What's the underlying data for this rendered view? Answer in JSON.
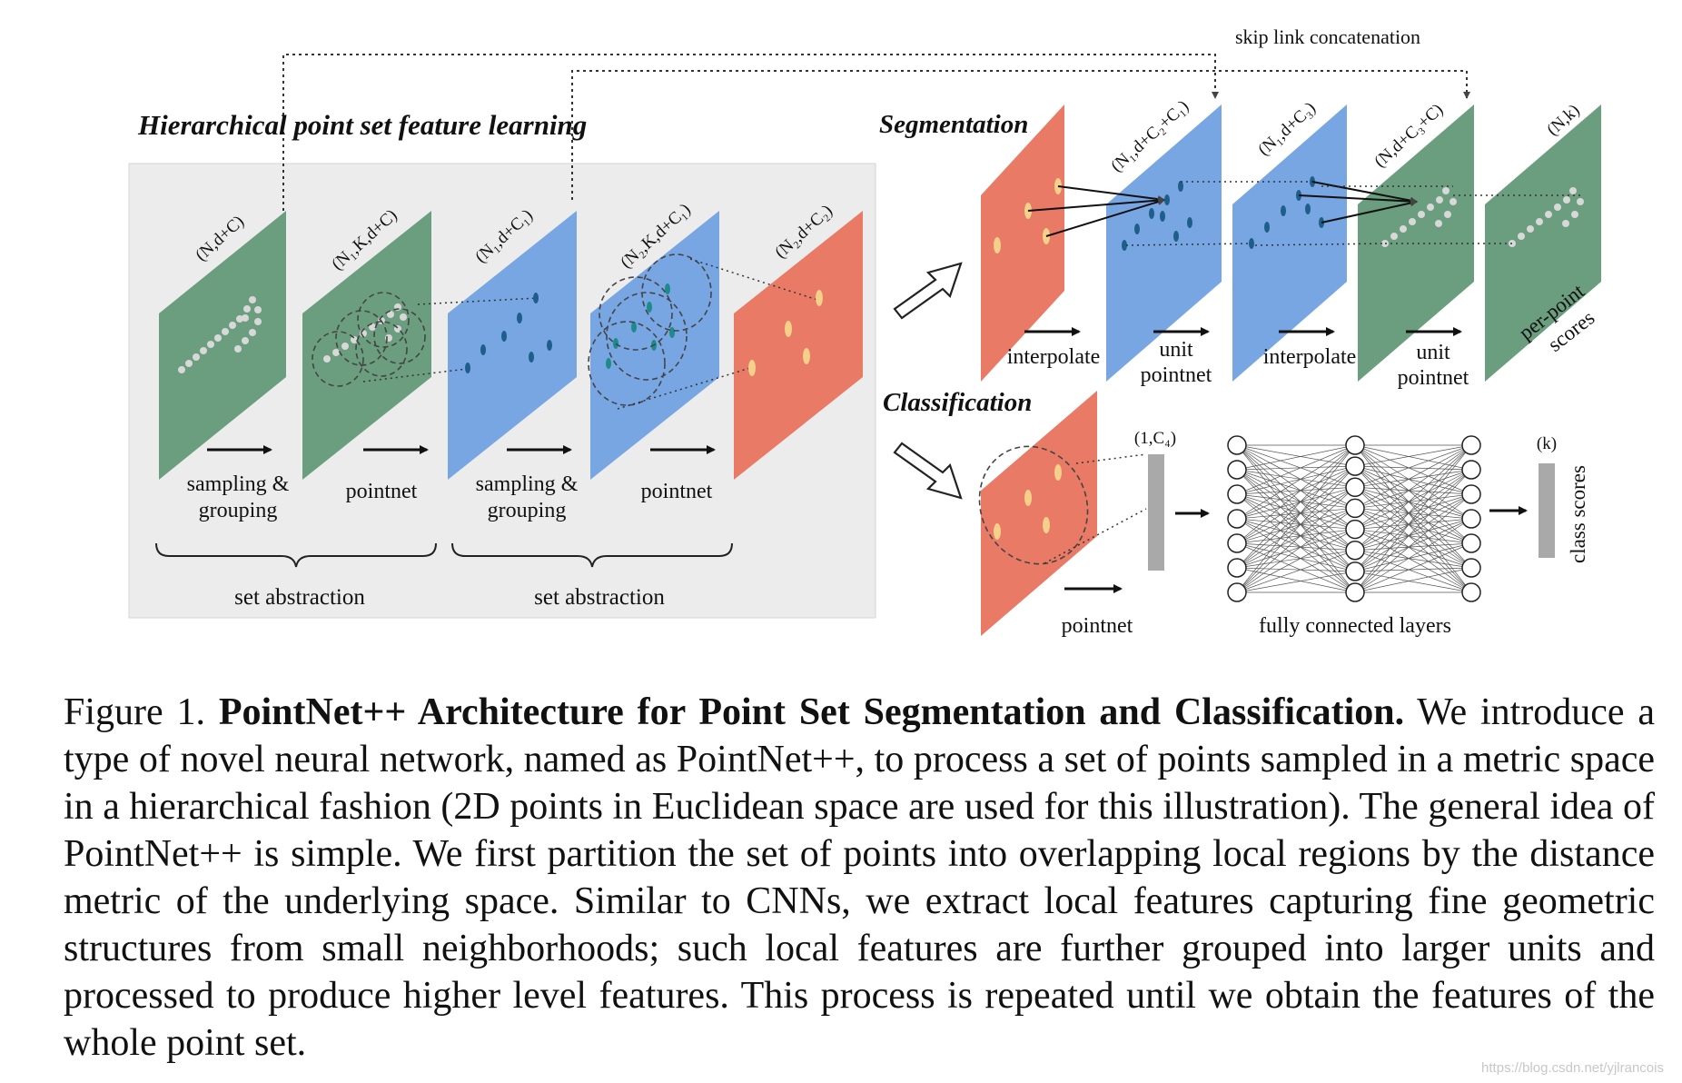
{
  "figure": {
    "titles": {
      "hierarchical": "Hierarchical point set feature learning",
      "segmentation": "Segmentation",
      "classification": "Classification",
      "skip_link": "skip link concatenation"
    },
    "plane_labels": {
      "input": "(N,d+C)",
      "grouped1": "(N₁,K,d+C)",
      "sa1": "(N₁,d+C₁)",
      "grouped2": "(N₂,K,d+C₁)",
      "sa2": "(N₂,d+C₂)",
      "seg1": "(N₁,d+C₂+C₁)",
      "seg2": "(N₁,d+C₃)",
      "seg3": "(N,d+C₃+C)",
      "seg4": "(N,k)",
      "cls_vec": "(1,C₄)",
      "cls_out": "(k)"
    },
    "op_labels": {
      "sampling1_a": "sampling &",
      "sampling1_b": "grouping",
      "pointnet1": "pointnet",
      "sampling2_a": "sampling &",
      "sampling2_b": "grouping",
      "pointnet2": "pointnet",
      "set_abstraction1": "set abstraction",
      "set_abstraction2": "set abstraction",
      "interpolate1": "interpolate",
      "unit_pointnet1_a": "unit",
      "unit_pointnet1_b": "pointnet",
      "interpolate2": "interpolate",
      "unit_pointnet2_a": "unit",
      "unit_pointnet2_b": "pointnet",
      "per_point_a": "per-point",
      "per_point_b": "scores",
      "cls_pointnet": "pointnet",
      "fully_connected": "fully connected layers",
      "class_scores": "class scores"
    },
    "colors": {
      "green": "#6b9e7e",
      "blue": "#77a6e3",
      "red": "#e87a66",
      "panel": "#ececec",
      "dot_grey": "#d8d8d8",
      "dot_blue": "#1e5f8a",
      "dot_yellow": "#f4d08a",
      "bar_grey": "#a9a9a9"
    }
  },
  "caption": {
    "label": "Figure 1.",
    "lead": "PointNet++ Architecture for Point Set Segmentation and Classification.",
    "body": "We introduce a type of novel neural network, named as PointNet++, to process a set of points sampled in a metric space in a hierarchical fashion (2D points in Euclidean space are used for this illustration). The general idea of PointNet++ is simple. We first partition the set of points into overlapping local regions by the distance metric of the underlying space. Similar to CNNs, we extract local features capturing fine geometric structures from small neighborhoods; such local features are further grouped into larger units and processed to produce higher level features. This process is repeated until we obtain the features of the whole point set."
  },
  "watermark": "https://blog.csdn.net/yjlrancois"
}
